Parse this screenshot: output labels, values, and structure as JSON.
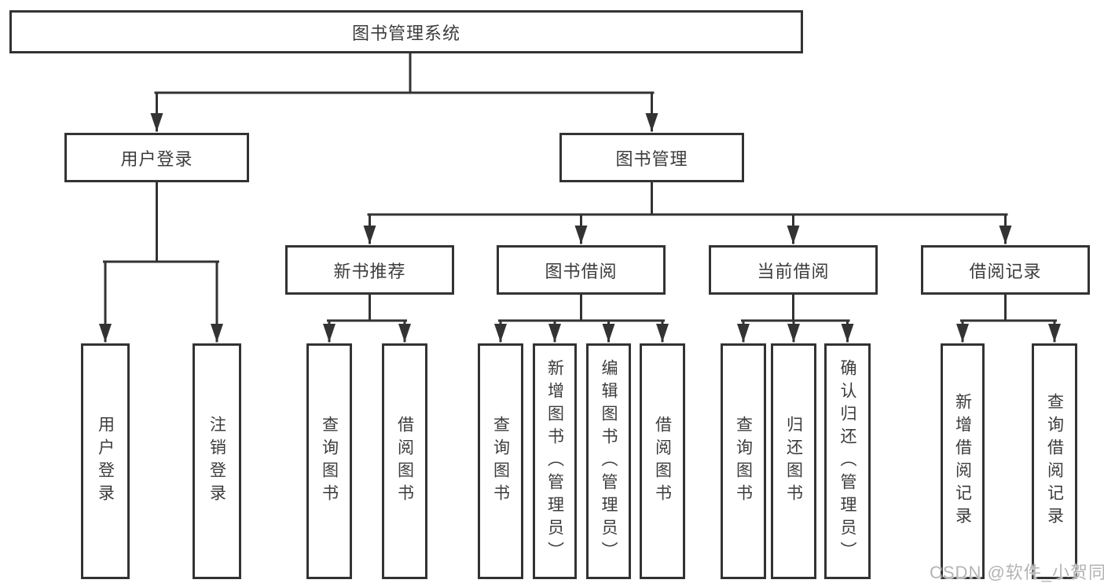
{
  "diagram": {
    "line_color": "#333333",
    "box_background": "#ffffff",
    "text_color": "#3c3c3c"
  },
  "tree": {
    "root": "图书管理系统",
    "branches": [
      {
        "label": "用户登录",
        "children": [
          "用户登录",
          "注销登录"
        ]
      },
      {
        "label": "图书管理",
        "sections": [
          {
            "label": "新书推荐",
            "children": [
              "查询图书",
              "借阅图书"
            ]
          },
          {
            "label": "图书借阅",
            "children": [
              "查询图书",
              "新增图书（管理员）",
              "编辑图书（管理员）",
              "借阅图书"
            ]
          },
          {
            "label": "当前借阅",
            "children": [
              "查询图书",
              "归还图书",
              "确认归还（管理员）"
            ]
          },
          {
            "label": "借阅记录",
            "children": [
              "新增借阅记录",
              "查询借阅记录"
            ]
          }
        ]
      }
    ]
  },
  "watermark": {
    "text": "CSDN @软件_小贺同学",
    "color": "#b4b4b4"
  }
}
